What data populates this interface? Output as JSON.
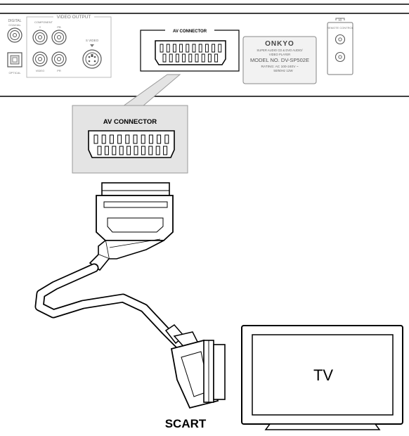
{
  "rear_panel": {
    "digital_label": "DIGITAL",
    "coaxial_label": "COAXIAL",
    "optical_label": "OPTICAL",
    "video_output_label": "VIDEO OUTPUT",
    "component_label": "COMPONENT",
    "y_label": "Y",
    "pb_label": "PB",
    "pr_label": "PR",
    "video_label": "VIDEO",
    "s_video_label": "S VIDEO",
    "av_connector_label": "AV CONNECTOR",
    "remote_control_label": "REMOTE CONTROL"
  },
  "rating_plate": {
    "brand": "ONKYO",
    "line1": "SUPER AUDIO CD & DVD AUDIO/",
    "line2": "VIDEO PLAYER",
    "model": "MODEL NO. DV-SP502E",
    "rating": "RATING: AC 100-240V ~",
    "rating2": "50/60Hz     12W"
  },
  "callout": {
    "label": "AV CONNECTOR"
  },
  "cable_label": "SCART",
  "tv_label": "TV"
}
